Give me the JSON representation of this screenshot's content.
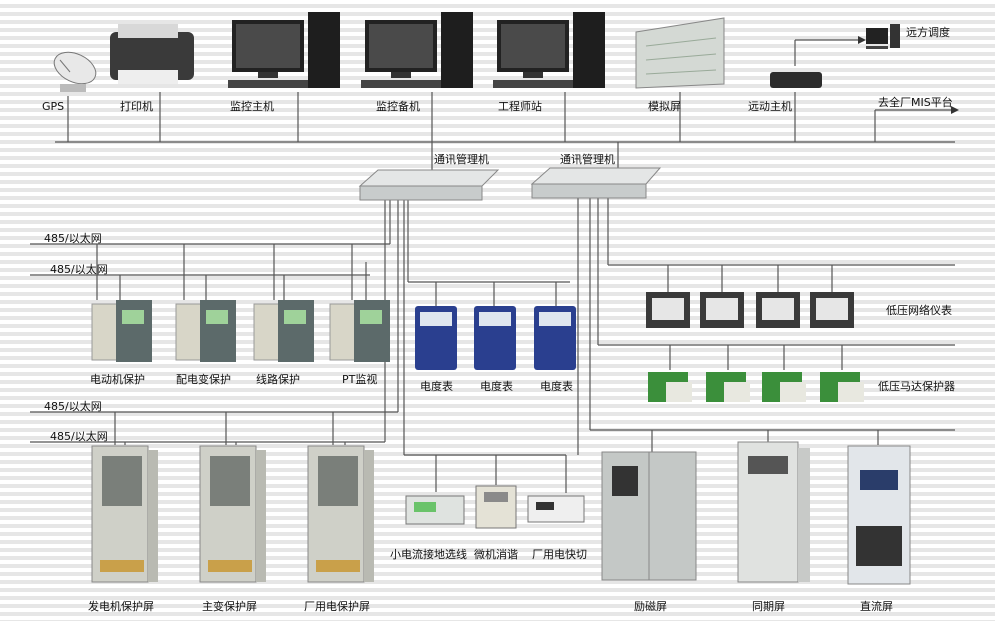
{
  "top_devices": {
    "gps": "GPS",
    "printer": "打印机",
    "monitor_main": "监控主机",
    "monitor_backup": "监控备机",
    "engineer_station": "工程师站",
    "mimic_panel": "模拟屏",
    "telecontrol_host": "远动主机",
    "remote_dispatch": "远方调度",
    "mis_platform": "去全厂MIS平台"
  },
  "comm_managers": [
    "通讯管理机",
    "通讯管理机"
  ],
  "bus_labels": [
    "485/以太网",
    "485/以太网",
    "485/以太网",
    "485/以太网"
  ],
  "protection_row": [
    "电动机保护",
    "配电变保护",
    "线路保护",
    "PT监视"
  ],
  "meters": [
    "电度表",
    "电度表",
    "电度表"
  ],
  "lv_meters_label": "低压网络仪表",
  "lv_motor_label": "低压马达保护器",
  "cabinets_left": [
    "发电机保护屏",
    "主变保护屏",
    "厂用电保护屏"
  ],
  "small_devices": [
    "小电流接地选线",
    "微机消谐",
    "厂用电快切"
  ],
  "cabinets_right": [
    "励磁屏",
    "同期屏",
    "直流屏"
  ],
  "colors": {
    "line": "#555555",
    "cabinet": "#cfd0c8",
    "meter": "#2a3f8f",
    "relay": "#d8d6c8"
  }
}
